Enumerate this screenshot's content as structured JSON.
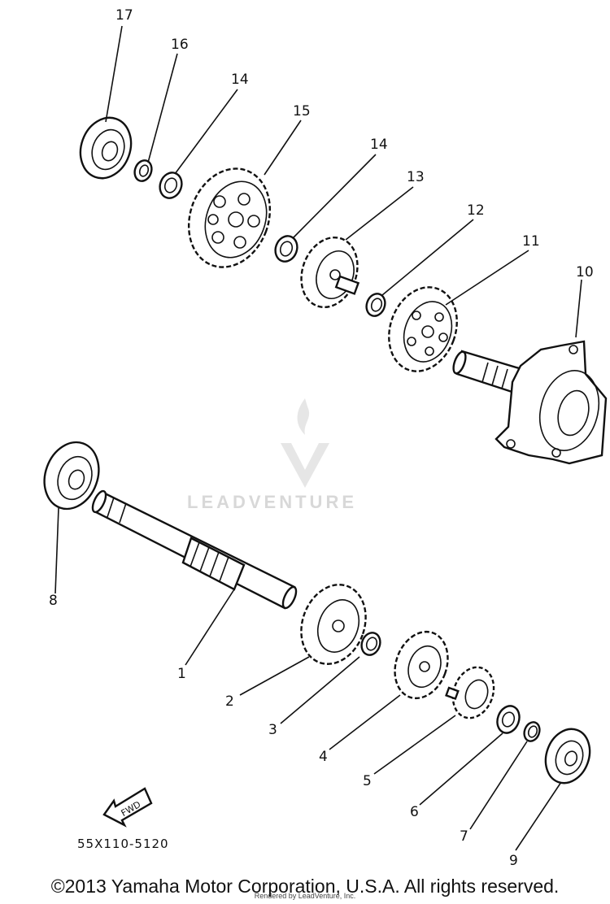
{
  "callouts": [
    {
      "id": "17",
      "label": "17"
    },
    {
      "id": "16",
      "label": "16"
    },
    {
      "id": "14a",
      "label": "14"
    },
    {
      "id": "15",
      "label": "15"
    },
    {
      "id": "14b",
      "label": "14"
    },
    {
      "id": "13",
      "label": "13"
    },
    {
      "id": "12",
      "label": "12"
    },
    {
      "id": "11",
      "label": "11"
    },
    {
      "id": "10",
      "label": "10"
    },
    {
      "id": "8",
      "label": "8"
    },
    {
      "id": "1",
      "label": "1"
    },
    {
      "id": "2",
      "label": "2"
    },
    {
      "id": "3",
      "label": "3"
    },
    {
      "id": "4",
      "label": "4"
    },
    {
      "id": "5",
      "label": "5"
    },
    {
      "id": "6",
      "label": "6"
    },
    {
      "id": "7",
      "label": "7"
    },
    {
      "id": "9",
      "label": "9"
    }
  ],
  "fwd_label": "FWD",
  "diagram_code": "55X110-5120",
  "watermark": "LEADVENTURE",
  "copyright": "©2013 Yamaha Motor Corporation, U.S.A. All rights reserved.",
  "rendered_by": "Rendered by LeadVenture, Inc."
}
